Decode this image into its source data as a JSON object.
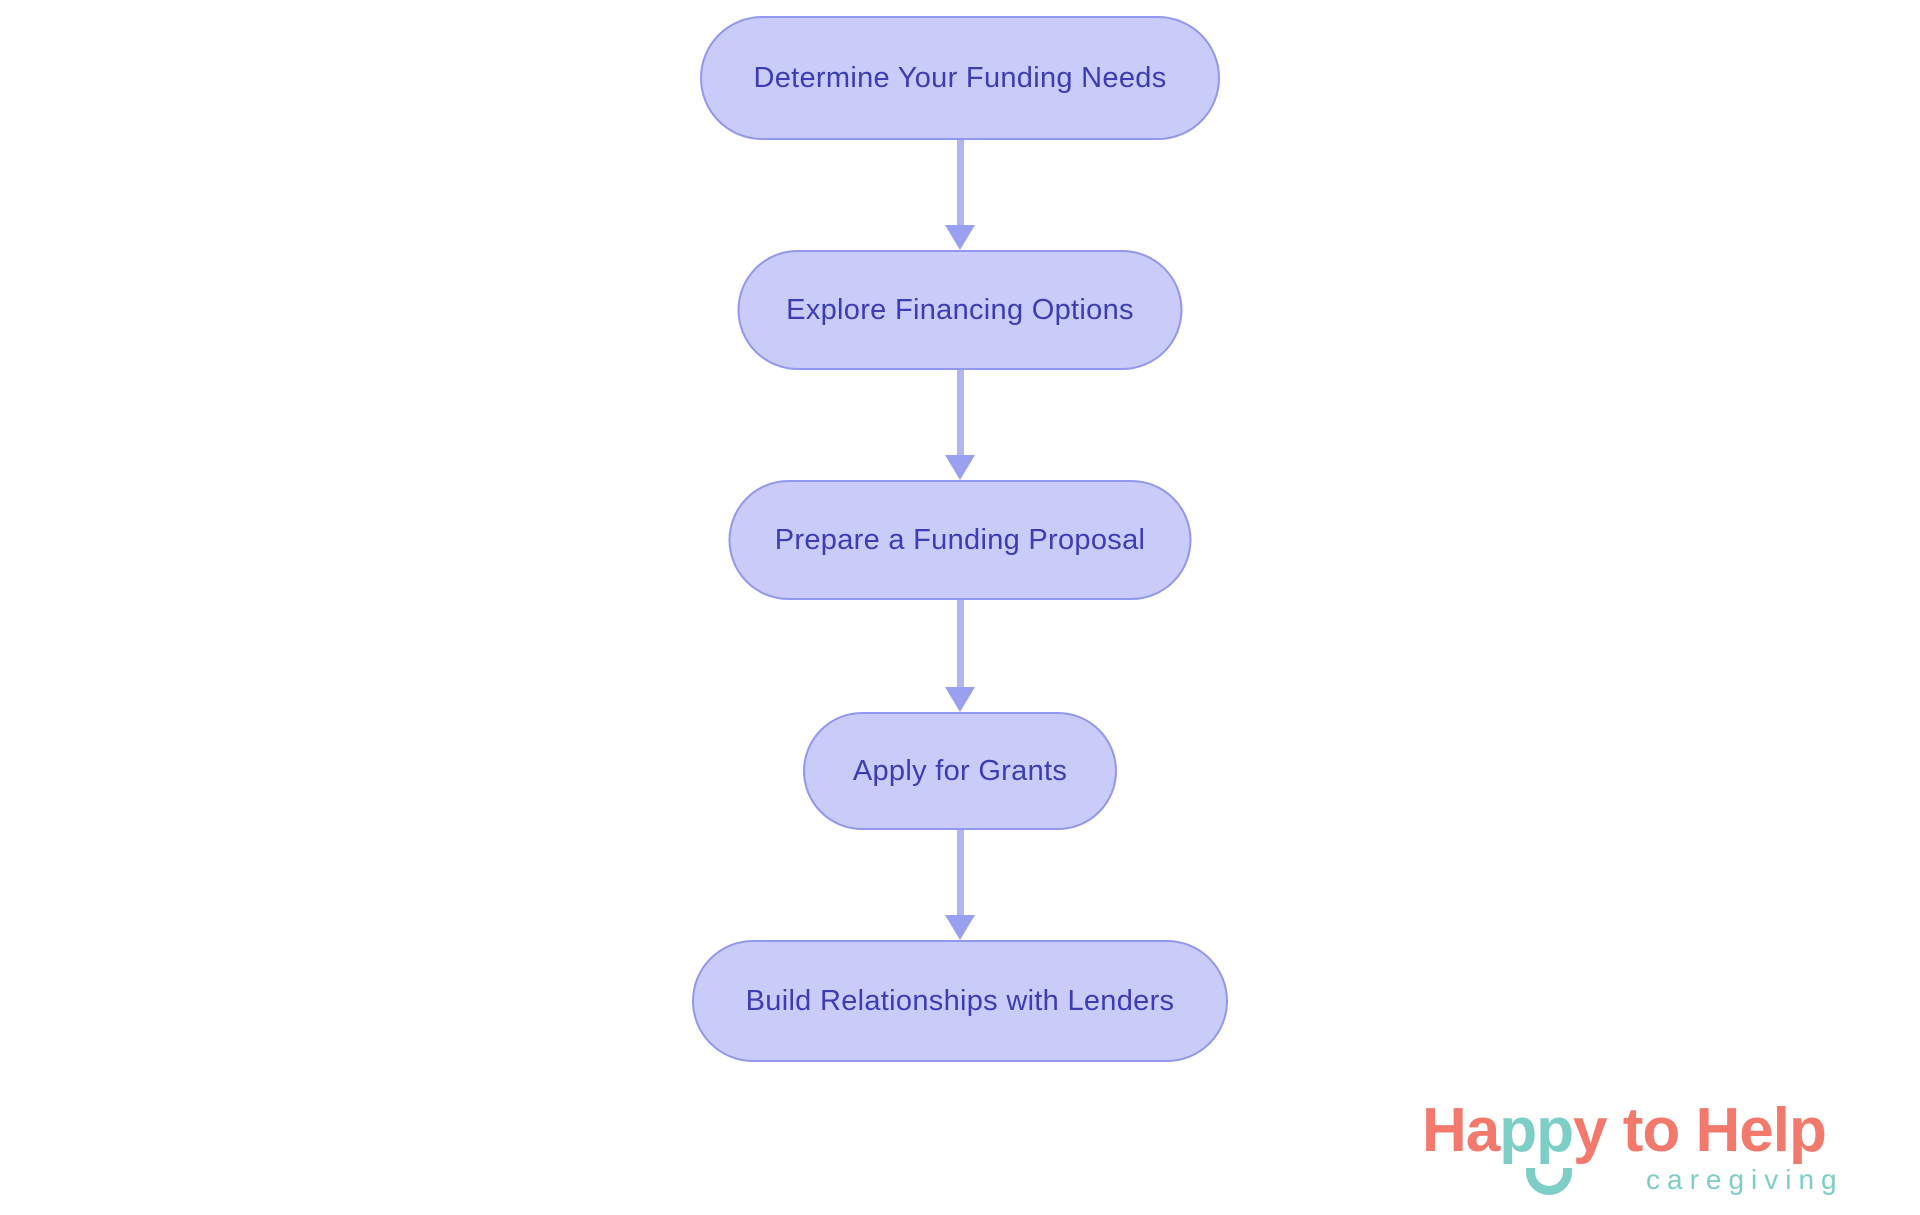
{
  "flowchart": {
    "type": "vertical-flow",
    "nodes": [
      {
        "label": "Determine Your Funding Needs"
      },
      {
        "label": "Explore Financing Options"
      },
      {
        "label": "Prepare a Funding Proposal"
      },
      {
        "label": "Apply for Grants"
      },
      {
        "label": "Build Relationships with Lenders"
      }
    ],
    "connections": [
      {
        "from": 0,
        "to": 1
      },
      {
        "from": 1,
        "to": 2
      },
      {
        "from": 2,
        "to": 3
      },
      {
        "from": 3,
        "to": 4
      }
    ]
  },
  "logo": {
    "wordmark": "Happy to Help",
    "wordmark_part_ha": "Ha",
    "wordmark_part_pp": "pp",
    "wordmark_part_rest": "y to Help",
    "tagline": "caregiving",
    "smile_icon": "smile-arc"
  },
  "colors": {
    "node_fill": "#c9cbf8",
    "node_border": "#9297ef",
    "node_text": "#3c3cb5",
    "arrow_shaft": "#b1b5f3",
    "arrow_head": "#9aa0f0",
    "logo_coral": "#f2796c",
    "logo_teal": "#7dcec7",
    "background": "#ffffff"
  }
}
